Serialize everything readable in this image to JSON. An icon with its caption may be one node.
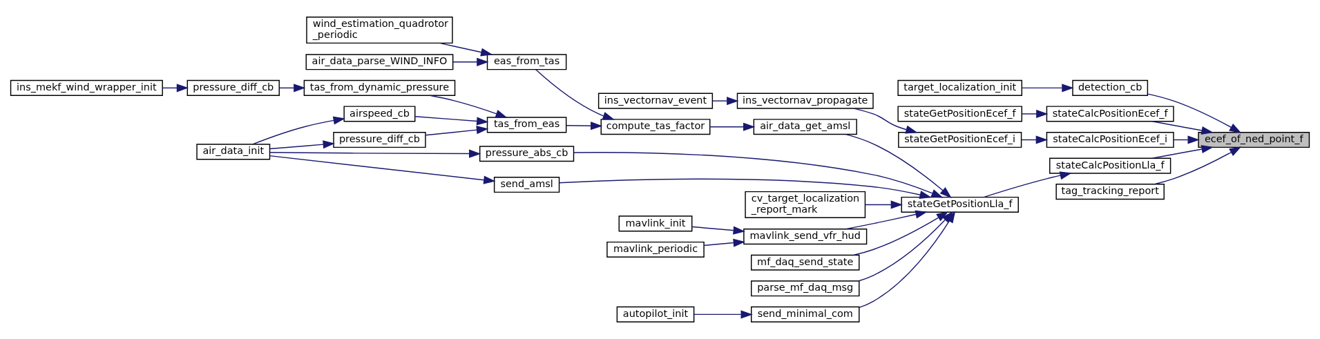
{
  "diagram": {
    "nodes": [
      {
        "text": [
          "ecef_of_ned_point_f"
        ]
      },
      {
        "text": [
          "detection_cb"
        ]
      },
      {
        "text": [
          "target_localization_init"
        ]
      },
      {
        "text": [
          "stateCalcPositionEcef_f"
        ]
      },
      {
        "text": [
          "stateGetPositionEcef_f"
        ]
      },
      {
        "text": [
          "stateCalcPositionEcef_i"
        ]
      },
      {
        "text": [
          "stateGetPositionEcef_i"
        ]
      },
      {
        "text": [
          "ins_vectornav_propagate"
        ]
      },
      {
        "text": [
          "ins_vectornav_event"
        ]
      },
      {
        "text": [
          "stateCalcPositionLla_f"
        ]
      },
      {
        "text": [
          "stateGetPositionLla_f"
        ]
      },
      {
        "text": [
          "air_data_get_amsl"
        ]
      },
      {
        "text": [
          "compute_tas_factor"
        ]
      },
      {
        "text": [
          "eas_from_tas"
        ]
      },
      {
        "text": [
          "wind_estimation_quadrotor _periodic"
        ]
      },
      {
        "text": [
          "air_data_parse_WIND_INFO"
        ]
      },
      {
        "text": [
          "tas_from_eas"
        ]
      },
      {
        "text": [
          "tas_from_dynamic_pressure"
        ]
      },
      {
        "text": [
          "pressure_diff_cb"
        ]
      },
      {
        "text": [
          "ins_mekf_wind_wrapper_init"
        ]
      },
      {
        "text": [
          "airspeed_cb"
        ]
      },
      {
        "text": [
          "air_data_init"
        ]
      },
      {
        "text": [
          "pressure_diff_cb"
        ]
      },
      {
        "text": [
          "cv_target_localization _report_mark"
        ]
      },
      {
        "text": [
          "mavlink_send_vfr_hud"
        ]
      },
      {
        "text": [
          "mavlink_init"
        ]
      },
      {
        "text": [
          "mavlink_periodic"
        ]
      },
      {
        "text": [
          "mf_daq_send_state"
        ]
      },
      {
        "text": [
          "parse_mf_daq_msg"
        ]
      },
      {
        "text": [
          "pressure_abs_cb"
        ]
      },
      {
        "text": [
          "send_amsl"
        ]
      },
      {
        "text": [
          "send_minimal_com"
        ]
      },
      {
        "text": [
          "autopilot_init"
        ]
      },
      {
        "text": [
          "tag_tracking_report"
        ]
      }
    ],
    "edges": [
      {
        "from": 2,
        "to": 1,
        "arrow": "to"
      },
      {
        "from": 1,
        "to": 0,
        "arrow": "to"
      },
      {
        "from": 4,
        "to": 3,
        "arrow": "to"
      },
      {
        "from": 3,
        "to": 0,
        "arrow": "to"
      },
      {
        "from": 6,
        "to": 5,
        "arrow": "to"
      },
      {
        "from": 5,
        "to": 0,
        "arrow": "to"
      },
      {
        "from": 9,
        "to": 0,
        "arrow": "to"
      },
      {
        "from": 33,
        "to": 0,
        "arrow": "to"
      },
      {
        "from": 8,
        "to": 7,
        "arrow": "to"
      },
      {
        "from": 7,
        "to": 6,
        "arrow": "to"
      },
      {
        "from": 10,
        "to": 9,
        "arrow": "to"
      },
      {
        "from": 11,
        "to": 10,
        "arrow": "to"
      },
      {
        "from": 31,
        "to": 10,
        "arrow": "to"
      },
      {
        "from": 23,
        "to": 10,
        "arrow": "to"
      },
      {
        "from": 24,
        "to": 10,
        "arrow": "to"
      },
      {
        "from": 27,
        "to": 10,
        "arrow": "to"
      },
      {
        "from": 28,
        "to": 10,
        "arrow": "to"
      },
      {
        "from": 29,
        "to": 10,
        "arrow": "to"
      },
      {
        "from": 30,
        "to": 10,
        "arrow": "to"
      },
      {
        "from": 32,
        "to": 31,
        "arrow": "to"
      },
      {
        "from": 12,
        "to": 11,
        "arrow": "to"
      },
      {
        "from": 13,
        "to": 12,
        "arrow": "to"
      },
      {
        "from": 16,
        "to": 12,
        "arrow": "to"
      },
      {
        "from": 14,
        "to": 13,
        "arrow": "to"
      },
      {
        "from": 15,
        "to": 13,
        "arrow": "to"
      },
      {
        "from": 17,
        "to": 16,
        "arrow": "to"
      },
      {
        "from": 20,
        "to": 16,
        "arrow": "to"
      },
      {
        "from": 22,
        "to": 16,
        "arrow": "to"
      },
      {
        "from": 18,
        "to": 17,
        "arrow": "to"
      },
      {
        "from": 19,
        "to": 18,
        "arrow": "to"
      },
      {
        "from": 21,
        "to": 20,
        "arrow": "to"
      },
      {
        "from": 21,
        "to": 22,
        "arrow": "to"
      },
      {
        "from": 21,
        "to": 29,
        "arrow": "to"
      },
      {
        "from": 21,
        "to": 30,
        "arrow": "to"
      },
      {
        "from": 25,
        "to": 24,
        "arrow": "to"
      },
      {
        "from": 26,
        "to": 24,
        "arrow": "to"
      }
    ]
  }
}
